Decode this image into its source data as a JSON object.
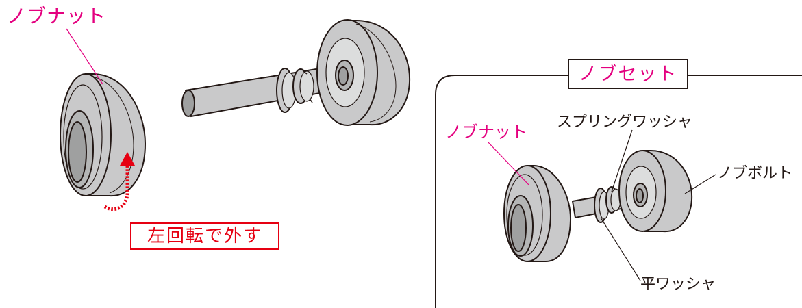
{
  "labels": {
    "main_knob_nut": "ノブナット",
    "instruction": "左回転で外す",
    "panel_title": "ノブセット",
    "panel_knob_nut": "ノブナット",
    "spring_washer": "スプリングワッシャ",
    "knob_bolt": "ノブボルト",
    "flat_washer": "平ワッシャ"
  },
  "colors": {
    "label_pink": "#e4007f",
    "arrow_red": "#e60012",
    "outline": "#231815",
    "part_gray": "#c9c9ca",
    "part_dark": "#9fa0a0"
  }
}
